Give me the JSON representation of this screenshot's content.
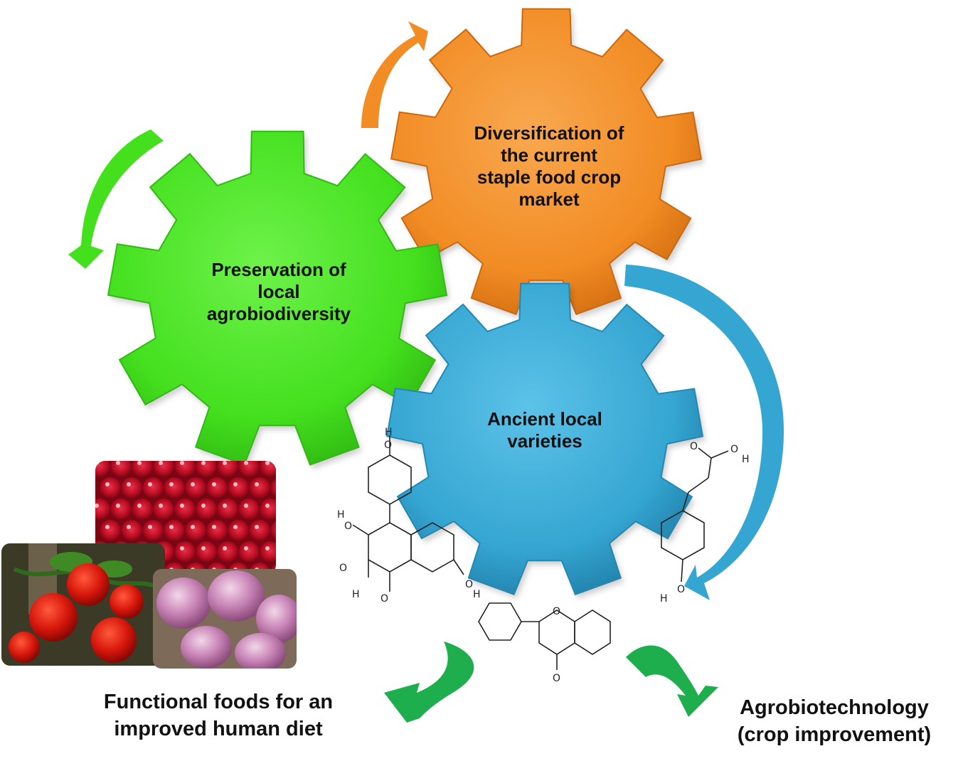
{
  "gears": {
    "green": {
      "color": "#44e01e",
      "lines": [
        "Preservation of",
        "local",
        "agrobiodiversity"
      ]
    },
    "orange": {
      "color": "#f28c24",
      "lines": [
        "Diversification of",
        "the current",
        "staple food crop",
        "market"
      ]
    },
    "blue": {
      "color": "#35a6d2",
      "lines": [
        "Ancient local",
        "varieties"
      ]
    }
  },
  "arrows": {
    "green_color": "#44e01e",
    "orange_color": "#f28c24",
    "blue_color": "#35a6d2",
    "output_color": "#1fae4e"
  },
  "captions": {
    "left": [
      "Functional foods for an",
      "improved human diet"
    ],
    "right": [
      "Agrobiotechnology",
      "(crop improvement)"
    ]
  },
  "molecules": {
    "atom_o": "O",
    "atom_h": "H"
  }
}
